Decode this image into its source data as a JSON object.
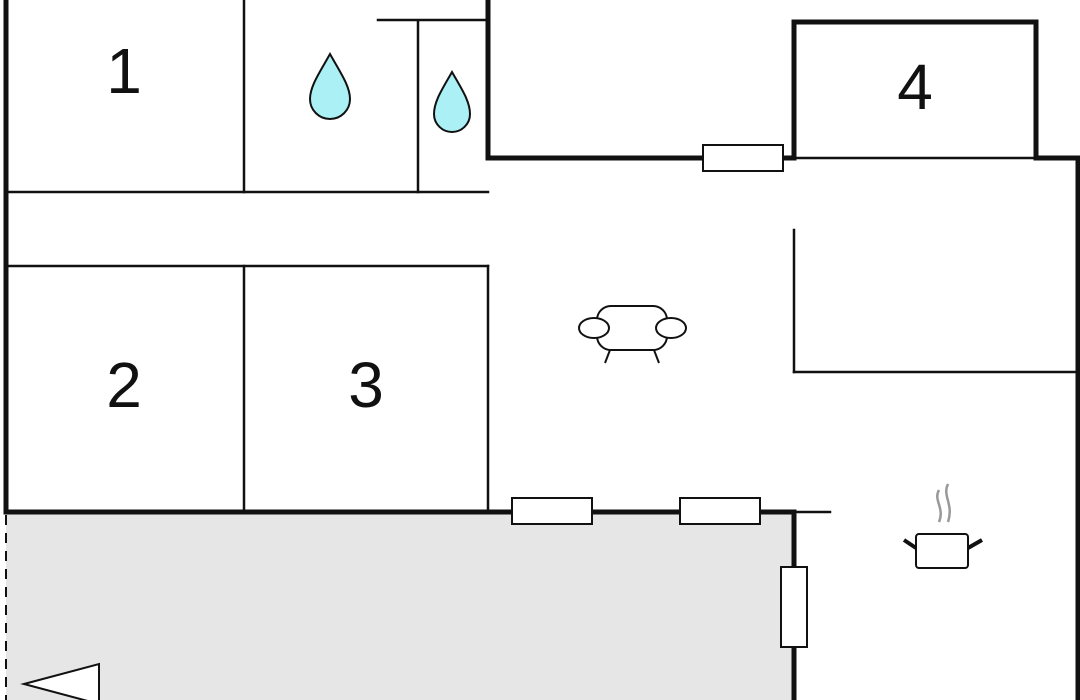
{
  "rooms": [
    {
      "id": "room-1",
      "label": "1"
    },
    {
      "id": "room-2",
      "label": "2"
    },
    {
      "id": "room-3",
      "label": "3"
    },
    {
      "id": "room-4",
      "label": "4"
    }
  ],
  "icons": {
    "bathroom": "water-drop-icon",
    "shower": "water-drop-icon",
    "living": "sofa-icon",
    "kitchen": "cooking-pot-icon",
    "entrance": "entrance-arrow-icon"
  },
  "colors": {
    "wall": "#111111",
    "terrace": "#e6e6e6",
    "water": "#aaf0f5",
    "steam": "#999999",
    "background": "#ffffff"
  }
}
